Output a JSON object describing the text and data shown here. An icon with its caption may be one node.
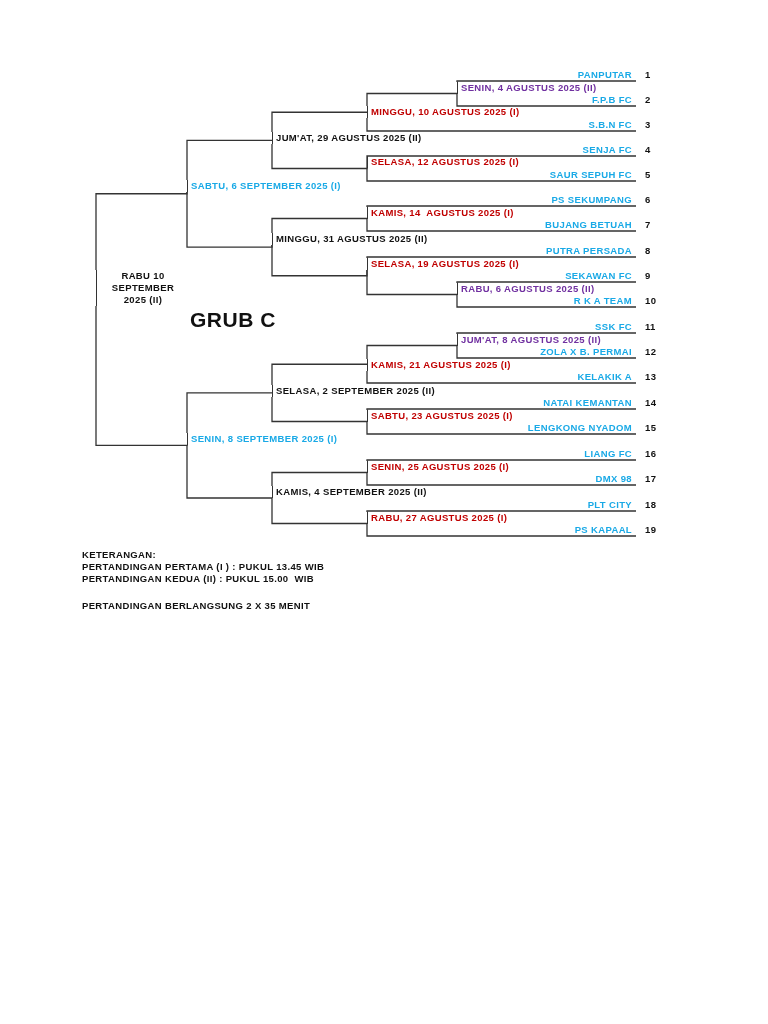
{
  "diagram": {
    "title": "GRUB C",
    "nodes": [
      {
        "text": [
          "PANPUTAR"
        ],
        "beside": [
          "1"
        ]
      },
      {
        "text": [
          "SENIN, 4 AGUSTUS 2025 (II)"
        ]
      },
      {
        "text": [
          "F.P.B FC"
        ],
        "beside": [
          "2"
        ]
      },
      {
        "text": [
          "MINGGU, 10 AGUSTUS 2025 (I)"
        ]
      },
      {
        "text": [
          "S.B.N FC"
        ],
        "beside": [
          "3"
        ]
      },
      {
        "text": [
          "JUM'AT, 29 AGUSTUS 2025 (II)"
        ]
      },
      {
        "text": [
          "SENJA FC"
        ],
        "beside": [
          "4"
        ]
      },
      {
        "text": [
          "SELASA, 12 AGUSTUS 2025 (I)"
        ]
      },
      {
        "text": [
          "SAUR SEPUH FC"
        ],
        "beside": [
          "5"
        ]
      },
      {
        "text": [
          "SABTU, 6 SEPTEMBER 2025 (I)"
        ]
      },
      {
        "text": [
          "PS SEKUMPANG"
        ],
        "beside": [
          "6"
        ]
      },
      {
        "text": [
          "KAMIS, 14  AGUSTUS 2025 (I)"
        ]
      },
      {
        "text": [
          "BUJANG BETUAH"
        ],
        "beside": [
          "7"
        ]
      },
      {
        "text": [
          "MINGGU, 31 AGUSTUS 2025 (II)"
        ]
      },
      {
        "text": [
          "PUTRA PERSADA"
        ],
        "beside": [
          "8"
        ]
      },
      {
        "text": [
          "SELASA, 19 AGUSTUS 2025 (I)"
        ]
      },
      {
        "text": [
          "RABU 10 SEPTEMBER 2025 (II)"
        ]
      },
      {
        "text": [
          "SEKAWAN FC"
        ],
        "beside": [
          "9"
        ]
      },
      {
        "text": [
          "RABU, 6 AGUSTUS 2025 (II)"
        ]
      },
      {
        "text": [
          "R K A TEAM"
        ],
        "beside": [
          "10"
        ]
      },
      {
        "text": [
          "SSK FC"
        ],
        "beside": [
          "11"
        ]
      },
      {
        "text": [
          "JUM'AT, 8 AGUSTUS 2025 (II)"
        ]
      },
      {
        "text": [
          "ZOLA X B. PERMAI"
        ],
        "beside": [
          "12"
        ]
      },
      {
        "text": [
          "KAMIS, 21 AGUSTUS 2025 (I)"
        ]
      },
      {
        "text": [
          "KELAKIK A"
        ],
        "beside": [
          "13"
        ]
      },
      {
        "text": [
          "SELASA, 2 SEPTEMBER 2025 (II)"
        ]
      },
      {
        "text": [
          "NATAI KEMANTAN"
        ],
        "beside": [
          "14"
        ]
      },
      {
        "text": [
          "SABTU, 23 AGUSTUS 2025 (I)"
        ]
      },
      {
        "text": [
          "LENGKONG NYADOM"
        ],
        "beside": [
          "15"
        ]
      },
      {
        "text": [
          "SENIN, 8 SEPTEMBER 2025 (I)"
        ]
      },
      {
        "text": [
          "LIANG FC"
        ],
        "beside": [
          "16"
        ]
      },
      {
        "text": [
          "SENIN, 25 AGUSTUS 2025 (I)"
        ]
      },
      {
        "text": [
          "DMX 98"
        ],
        "beside": [
          "17"
        ]
      },
      {
        "text": [
          "KAMIS, 4 SEPTEMBER 2025 (II)"
        ]
      },
      {
        "text": [
          "PLT CITY"
        ],
        "beside": [
          "18"
        ]
      },
      {
        "text": [
          "RABU, 27 AGUSTUS 2025 (I)"
        ]
      },
      {
        "text": [
          "PS KAPAAL"
        ],
        "beside": [
          "19"
        ]
      }
    ],
    "edges": [
      {
        "from": 0,
        "to": 1,
        "arrow": "none"
      },
      {
        "from": 2,
        "to": 1,
        "arrow": "none"
      },
      {
        "from": 1,
        "to": 3,
        "arrow": "none"
      },
      {
        "from": 4,
        "to": 3,
        "arrow": "none"
      },
      {
        "from": 3,
        "to": 5,
        "arrow": "none"
      },
      {
        "from": 6,
        "to": 7,
        "arrow": "none"
      },
      {
        "from": 8,
        "to": 7,
        "arrow": "none"
      },
      {
        "from": 7,
        "to": 5,
        "arrow": "none"
      },
      {
        "from": 5,
        "to": 9,
        "arrow": "none"
      },
      {
        "from": 10,
        "to": 11,
        "arrow": "none"
      },
      {
        "from": 12,
        "to": 11,
        "arrow": "none"
      },
      {
        "from": 11,
        "to": 13,
        "arrow": "none"
      },
      {
        "from": 14,
        "to": 15,
        "arrow": "none"
      },
      {
        "from": 17,
        "to": 18,
        "arrow": "none"
      },
      {
        "from": 19,
        "to": 18,
        "arrow": "none"
      },
      {
        "from": 18,
        "to": 15,
        "arrow": "none"
      },
      {
        "from": 15,
        "to": 13,
        "arrow": "none"
      },
      {
        "from": 13,
        "to": 9,
        "arrow": "none"
      },
      {
        "from": 9,
        "to": 16,
        "arrow": "none"
      },
      {
        "from": 20,
        "to": 21,
        "arrow": "none"
      },
      {
        "from": 22,
        "to": 21,
        "arrow": "none"
      },
      {
        "from": 21,
        "to": 23,
        "arrow": "none"
      },
      {
        "from": 24,
        "to": 23,
        "arrow": "none"
      },
      {
        "from": 23,
        "to": 25,
        "arrow": "none"
      },
      {
        "from": 26,
        "to": 27,
        "arrow": "none"
      },
      {
        "from": 28,
        "to": 27,
        "arrow": "none"
      },
      {
        "from": 27,
        "to": 25,
        "arrow": "none"
      },
      {
        "from": 25,
        "to": 29,
        "arrow": "none"
      },
      {
        "from": 30,
        "to": 31,
        "arrow": "none"
      },
      {
        "from": 32,
        "to": 31,
        "arrow": "none"
      },
      {
        "from": 31,
        "to": 33,
        "arrow": "none"
      },
      {
        "from": 34,
        "to": 35,
        "arrow": "none"
      },
      {
        "from": 36,
        "to": 35,
        "arrow": "none"
      },
      {
        "from": 35,
        "to": 33,
        "arrow": "none"
      },
      {
        "from": 33,
        "to": 29,
        "arrow": "none"
      },
      {
        "from": 29,
        "to": 16,
        "arrow": "none"
      }
    ],
    "labels": [
      "KETERANGAN:",
      "PERTANDINGAN PERTAMA (I ) : PUKUL 13.45 WIB",
      "PERTANDINGAN KEDUA (II) : PUKUL 15.00  WIB",
      "PERTANDINGAN BERLANGSUNG 2 X 35 MENIT"
    ]
  }
}
